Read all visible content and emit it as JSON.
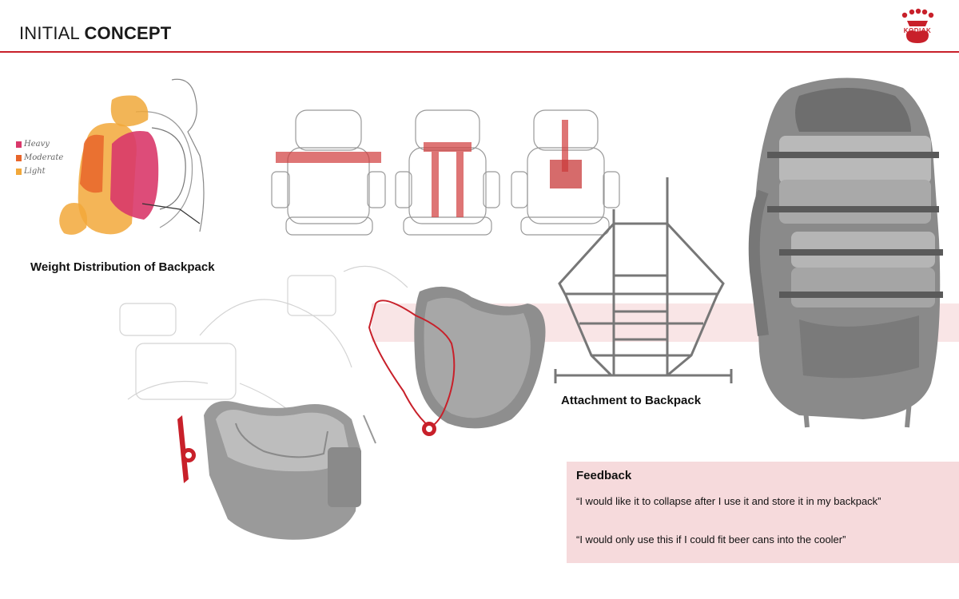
{
  "header": {
    "title_light": "INITIAL ",
    "title_bold": "CONCEPT",
    "logo_text": "KODIAK",
    "accent_color": "#c8202a"
  },
  "sketch_weight": {
    "legend": [
      "Heavy",
      "Moderate",
      "Light"
    ],
    "legend_colors": [
      "#d9386a",
      "#e8652a",
      "#f2a83a"
    ],
    "caption": "Weight Distribution of Backpack"
  },
  "attachment": {
    "caption": "Attachment to Backpack"
  },
  "feedback": {
    "title": "Feedback",
    "quotes": [
      "“I would like it to collapse after I use it and store it in my backpack”",
      "“I would only use this if I could fit beer cans into the cooler”"
    ],
    "background": "#f6dadc"
  }
}
